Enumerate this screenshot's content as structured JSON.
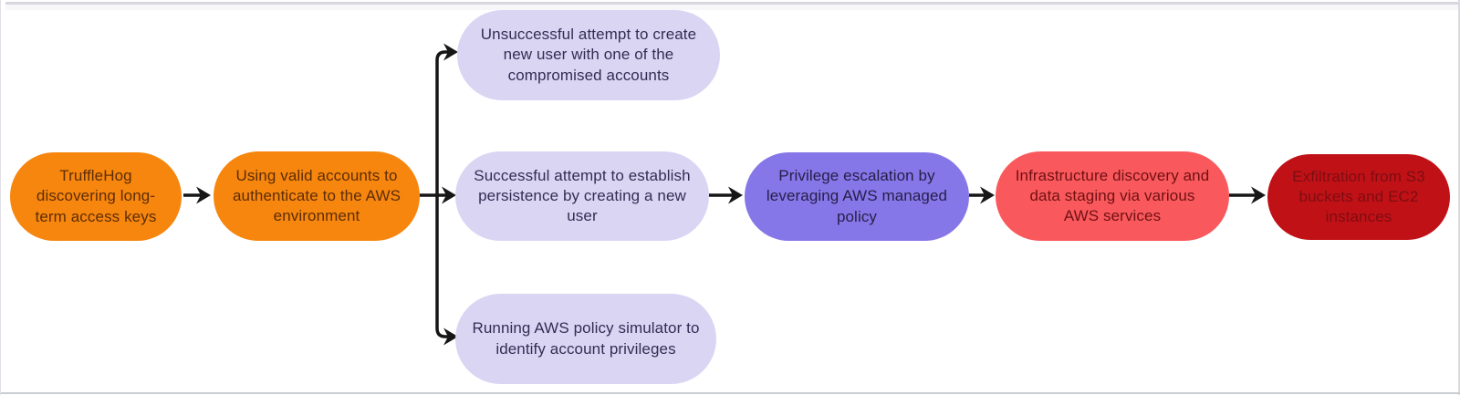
{
  "diagram": {
    "type": "flowchart",
    "direction": "left-to-right",
    "background_color": "#ffffff",
    "connector_color": "#161616",
    "nodes": [
      {
        "id": "trufflehog",
        "label": "TruffleHog discovering long-term access keys",
        "fill": "#f6860e",
        "text_color": "#5e2d06"
      },
      {
        "id": "valid-accounts",
        "label": "Using valid accounts to authenticate to the AWS environment",
        "fill": "#f6860e",
        "text_color": "#5e2d06"
      },
      {
        "id": "unsuccessful-user",
        "label": "Unsuccessful attempt to create new user with one of the compromised accounts",
        "fill": "#dbd5f4",
        "text_color": "#332d53"
      },
      {
        "id": "persistence-user",
        "label": "Successful attempt to establish persistence by creating a new user",
        "fill": "#dbd5f4",
        "text_color": "#332d53"
      },
      {
        "id": "policy-simulator",
        "label": "Running AWS policy simulator to identify account privileges",
        "fill": "#dbd5f4",
        "text_color": "#332d53"
      },
      {
        "id": "privilege-escalation",
        "label": "Privilege escalation by leveraging AWS managed policy",
        "fill": "#8677e8",
        "text_color": "#251e48"
      },
      {
        "id": "infra-discovery",
        "label": "Infrastructure discovery and data staging via various AWS services",
        "fill": "#f9595c",
        "text_color": "#701013"
      },
      {
        "id": "exfiltration",
        "label": "Exfiltration from S3 buckets and EC2 instances",
        "fill": "#c01117",
        "text_color": "#7e0d11"
      }
    ],
    "edges": [
      {
        "from": "trufflehog",
        "to": "valid-accounts"
      },
      {
        "from": "valid-accounts",
        "to": "unsuccessful-user"
      },
      {
        "from": "valid-accounts",
        "to": "persistence-user"
      },
      {
        "from": "valid-accounts",
        "to": "policy-simulator"
      },
      {
        "from": "persistence-user",
        "to": "privilege-escalation"
      },
      {
        "from": "privilege-escalation",
        "to": "infra-discovery"
      },
      {
        "from": "infra-discovery",
        "to": "exfiltration"
      }
    ]
  }
}
